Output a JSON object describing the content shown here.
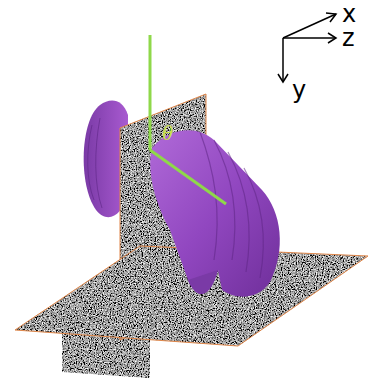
{
  "diagram": {
    "labels": [
      "x",
      "z",
      "y",
      "θ"
    ]
  }
}
